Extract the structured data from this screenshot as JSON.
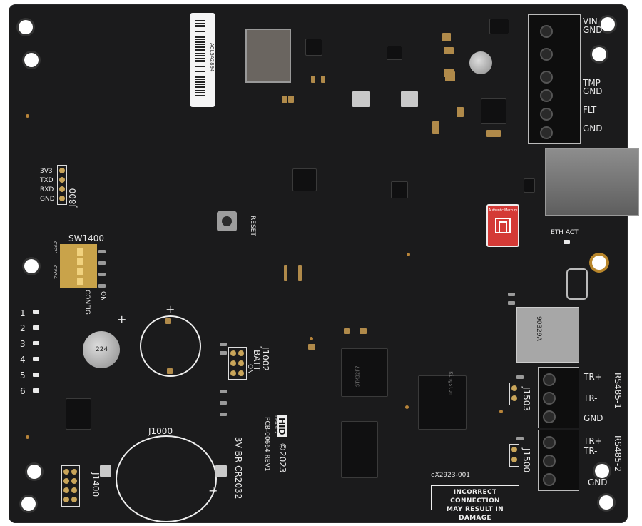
{
  "board": {
    "silkscreen": {
      "vin": "VIN",
      "gnd_top": "GND",
      "tmp": "TMP",
      "gnd_mid": "GND",
      "flt": "FLT",
      "gnd_low": "GND",
      "eth_act": "ETH ACT",
      "reset": "RESET",
      "j800": "J800",
      "j800_pins": [
        "3V3",
        "TXD",
        "RXD",
        "GND"
      ],
      "sw1400": "SW1400",
      "cfg1": "CFG1",
      "cfg4": "CFG4",
      "config": "CONFIG",
      "on": "ON",
      "led_numbers": [
        "1",
        "2",
        "3",
        "4",
        "5",
        "6"
      ],
      "j1002": "J1002",
      "batt": "BATT",
      "batt_on": "ON",
      "j1000": "J1000",
      "battery_spec": "3V BR-CR2032",
      "j1400": "J1400",
      "j1503": "J1503",
      "j1500": "J1500",
      "rs485_1": "RS485-1",
      "rs485_2": "RS485-2",
      "tr_plus_1": "TR+",
      "tr_minus_1": "TR-",
      "gnd_rs1": "GND",
      "tr_plus_2": "TR+",
      "tr_minus_2": "TR-",
      "gnd_rs2": "GND",
      "part_no": "eX2923-001",
      "pcb_rev": "PCB-00664 REV1",
      "copyright": "©2023",
      "plus": "+",
      "warning_line1": "INCORRECT CONNECTION",
      "warning_line2": "MAY RESULT IN DAMAGE",
      "authentic": "Authentic Mercury",
      "barcode_text": "ACL5A2894",
      "coin_cell_mark": "224",
      "sd_mark": "90329A",
      "mcu_mark": "STM32F7",
      "flash_mark": "Kingston",
      "logo": "HID",
      "ldpp": "LP4502"
    }
  }
}
